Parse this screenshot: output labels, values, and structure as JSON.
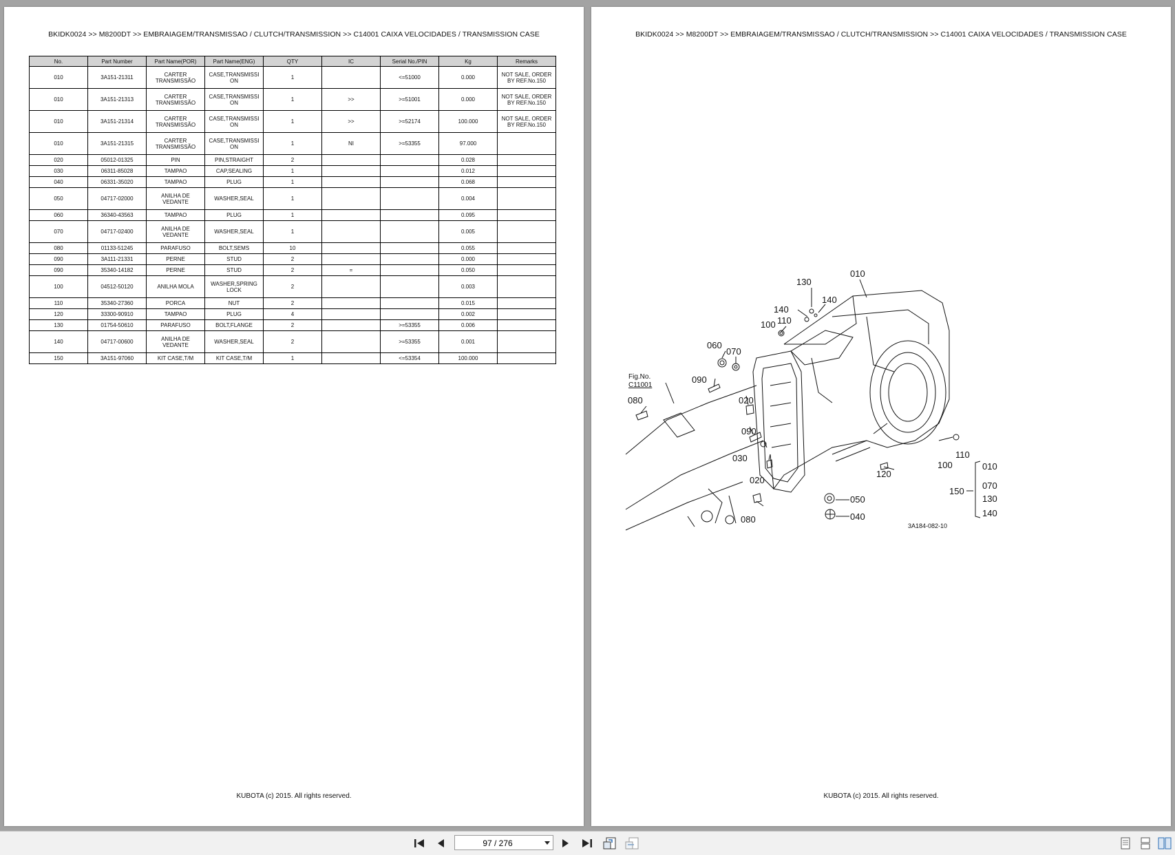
{
  "breadcrumb": "BKIDK0024 >> M8200DT >> EMBRAIAGEM/TRANSMISSAO / CLUTCH/TRANSMISSION >> C14001   CAIXA VELOCIDADES / TRANSMISSION CASE",
  "footer": "KUBOTA (c) 2015. All rights reserved.",
  "table": {
    "headers": [
      "No.",
      "Part Number",
      "Part Name(POR)",
      "Part Name(ENG)",
      "QTY",
      "IC",
      "Serial No./PIN",
      "Kg",
      "Remarks"
    ],
    "rows": [
      [
        "010",
        "3A151-21311",
        "CARTER TRANSMISSÃO",
        "CASE,TRANSMISSI ON",
        "1",
        "",
        "<=51000",
        "0.000",
        "NOT SALE, ORDER BY REF.No.150"
      ],
      [
        "010",
        "3A151-21313",
        "CARTER TRANSMISSÃO",
        "CASE,TRANSMISSI ON",
        "1",
        ">>",
        ">=51001",
        "0.000",
        "NOT SALE, ORDER BY REF.No.150"
      ],
      [
        "010",
        "3A151-21314",
        "CARTER TRANSMISSÃO",
        "CASE,TRANSMISSI ON",
        "1",
        ">>",
        ">=52174",
        "100.000",
        "NOT SALE, ORDER BY REF.No.150"
      ],
      [
        "010",
        "3A151-21315",
        "CARTER TRANSMISSÃO",
        "CASE,TRANSMISSI ON",
        "1",
        "NI",
        ">=53355",
        "97.000",
        ""
      ],
      [
        "020",
        "05012-01325",
        "PIN",
        "PIN,STRAIGHT",
        "2",
        "",
        "",
        "0.028",
        ""
      ],
      [
        "030",
        "06311-85028",
        "TAMPAO",
        "CAP,SEALING",
        "1",
        "",
        "",
        "0.012",
        ""
      ],
      [
        "040",
        "06331-35020",
        "TAMPAO",
        "PLUG",
        "1",
        "",
        "",
        "0.068",
        ""
      ],
      [
        "050",
        "04717-02000",
        "ANILHA DE VEDANTE",
        "WASHER,SEAL",
        "1",
        "",
        "",
        "0.004",
        ""
      ],
      [
        "060",
        "36340-43563",
        "TAMPAO",
        "PLUG",
        "1",
        "",
        "",
        "0.095",
        ""
      ],
      [
        "070",
        "04717-02400",
        "ANILHA DE VEDANTE",
        "WASHER,SEAL",
        "1",
        "",
        "",
        "0.005",
        ""
      ],
      [
        "080",
        "01133-51245",
        "PARAFUSO",
        "BOLT,SEMS",
        "10",
        "",
        "",
        "0.055",
        ""
      ],
      [
        "090",
        "3A111-21331",
        "PERNE",
        "STUD",
        "2",
        "",
        "",
        "0.000",
        ""
      ],
      [
        "090",
        "35340-14182",
        "PERNE",
        "STUD",
        "2",
        "=",
        "",
        "0.050",
        ""
      ],
      [
        "100",
        "04512-50120",
        "ANILHA MOLA",
        "WASHER,SPRING LOCK",
        "2",
        "",
        "",
        "0.003",
        ""
      ],
      [
        "110",
        "35340-27360",
        "PORCA",
        "NUT",
        "2",
        "",
        "",
        "0.015",
        ""
      ],
      [
        "120",
        "33300-90910",
        "TAMPAO",
        "PLUG",
        "4",
        "",
        "",
        "0.002",
        ""
      ],
      [
        "130",
        "01754-50610",
        "PARAFUSO",
        "BOLT,FLANGE",
        "2",
        "",
        ">=53355",
        "0.006",
        ""
      ],
      [
        "140",
        "04717-00600",
        "ANILHA DE VEDANTE",
        "WASHER,SEAL",
        "2",
        "",
        ">=53355",
        "0.001",
        ""
      ],
      [
        "150",
        "3A151-97060",
        "KIT CASE,T/M",
        "KIT CASE,T/M",
        "1",
        "",
        "<=53354",
        "100.000",
        ""
      ]
    ]
  },
  "diagram": {
    "code": "3A184-082-10",
    "fig_label": "Fig.No.",
    "fig_number": "C11001",
    "callouts": {
      "c010": "010",
      "c130": "130",
      "c140a": "140",
      "c140b": "140",
      "c100a": "100",
      "c110a": "110",
      "c060": "060",
      "c070": "070",
      "c090a": "090",
      "c080a": "080",
      "c020a": "020",
      "c090b": "090",
      "c030": "030",
      "c020b": "020",
      "c110b": "110",
      "c100b": "100",
      "c120": "120",
      "c050": "050",
      "c040": "040",
      "c080b": "080",
      "k150": "150",
      "k010": "010",
      "k070": "070",
      "k130": "130",
      "k140": "140"
    }
  },
  "toolbar": {
    "page_value": "97 / 276",
    "icons": [
      "first-page-icon",
      "prev-page-icon",
      "next-page-icon",
      "last-page-icon",
      "rotate-icon",
      "export-icon",
      "single-page-view-icon",
      "continuous-view-icon",
      "two-page-view-icon"
    ]
  }
}
